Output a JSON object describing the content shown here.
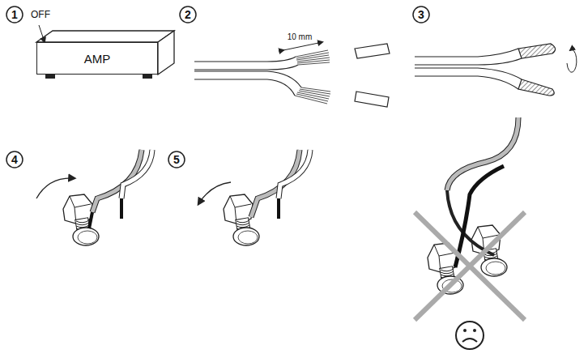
{
  "diagram": {
    "nodes": [
      {
        "text": [
          "AMP"
        ]
      }
    ],
    "labels": [
      "1",
      "OFF",
      "2",
      "10 mm",
      "3",
      "4",
      "5"
    ]
  }
}
